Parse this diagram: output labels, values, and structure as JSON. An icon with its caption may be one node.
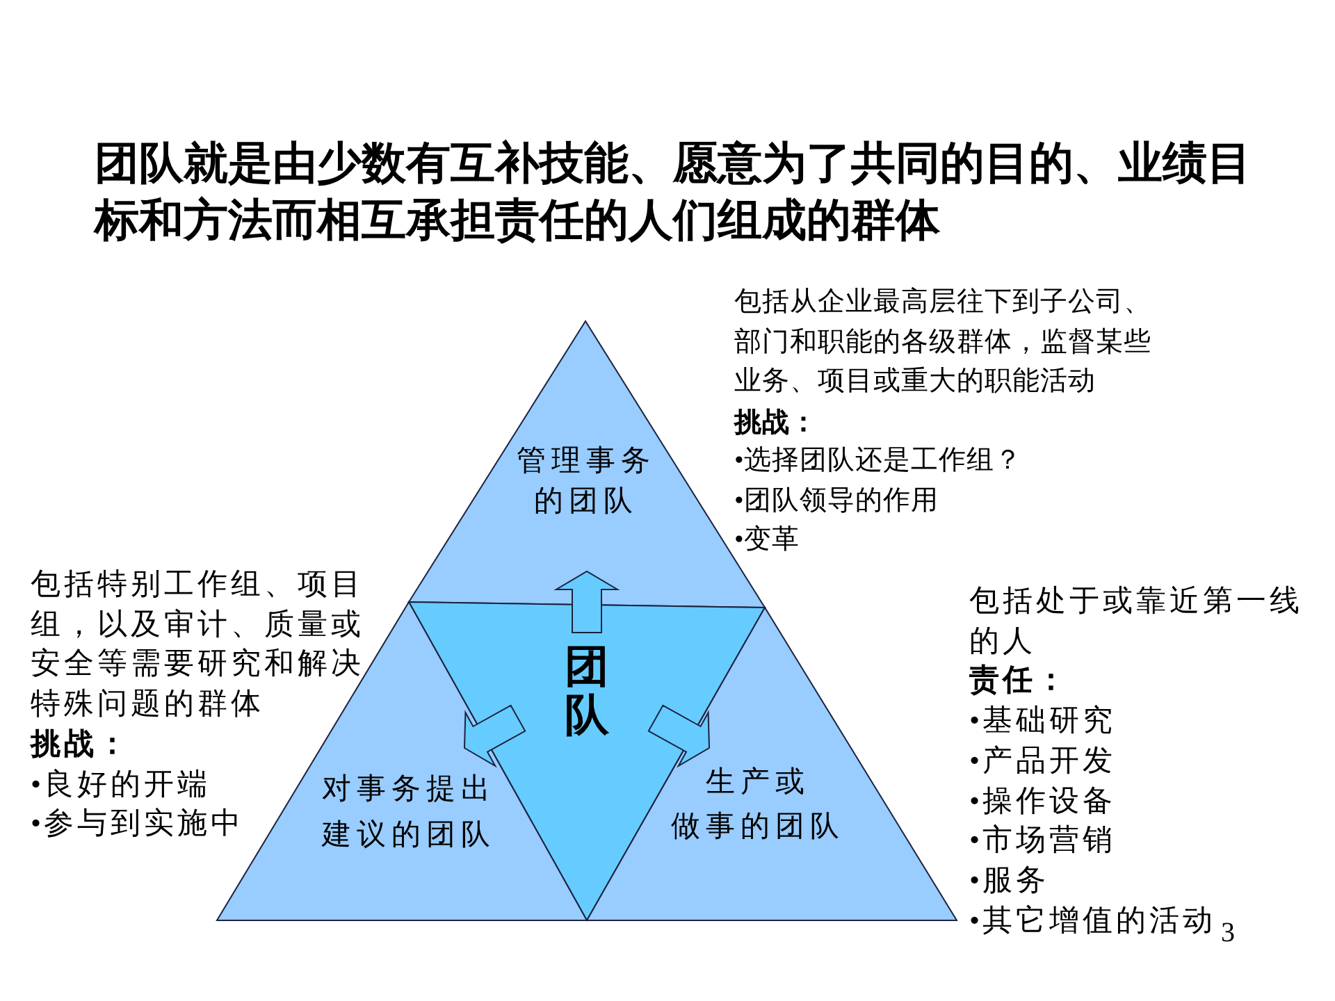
{
  "diagram": {
    "title": "团队就是由少数有互补技能、愿意为了共同的目的、业绩目标和方法而相互承担责任的人们组成的群体",
    "nodes": [
      {
        "text": [
          "管理事务的团队"
        ],
        "beside": [
          "包括从企业最高层往下到子公司、部门和职能的各级群体，监督某些业务、项目或重大的职能活动",
          "挑战：",
          "•选择团队还是工作组？",
          "•团队领导的作用",
          "•变革"
        ]
      },
      {
        "text": [
          "团队"
        ]
      },
      {
        "text": [
          "对事务提出建议的团队"
        ],
        "beside": [
          "包括特别工作组、项目组，以及审计、质量或安全等需要研究和解决特殊问题的群体",
          "挑战：",
          "•良好的开端",
          "•参与到实施中"
        ]
      },
      {
        "text": [
          "生产或做事的团队"
        ],
        "beside": [
          "包括处于或靠近第一线的人",
          "责任：",
          "•基础研究",
          "•产品开发",
          "•操作设备",
          "•市场营销",
          "•服务",
          "•其它增值的活动"
        ]
      }
    ],
    "edges": [
      {
        "from": 1,
        "to": 0,
        "arrow": "to"
      },
      {
        "from": 1,
        "to": 2,
        "arrow": "to"
      },
      {
        "from": 1,
        "to": 3,
        "arrow": "to"
      }
    ],
    "labels": [
      "3"
    ]
  }
}
